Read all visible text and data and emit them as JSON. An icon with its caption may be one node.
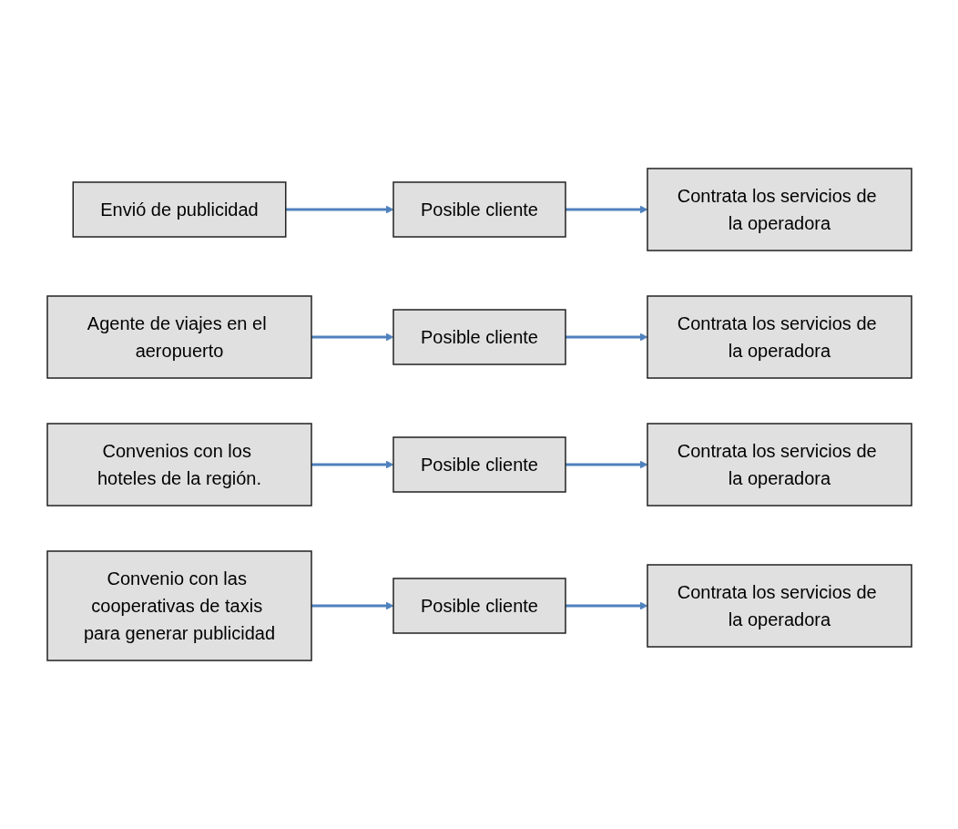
{
  "diagram": {
    "nodes": [
      {
        "text": [
          "Envió de publicidad"
        ]
      },
      {
        "text": [
          "Posible cliente"
        ]
      },
      {
        "text": [
          "Contrata los servicios de la operadora"
        ]
      },
      {
        "text": [
          "Agente de viajes en el aeropuerto"
        ]
      },
      {
        "text": [
          "Posible cliente"
        ]
      },
      {
        "text": [
          "Contrata los servicios de la operadora"
        ]
      },
      {
        "text": [
          "Convenios con los hoteles de la región."
        ]
      },
      {
        "text": [
          "Posible cliente"
        ]
      },
      {
        "text": [
          "Contrata los servicios de la operadora"
        ]
      },
      {
        "text": [
          "Convenio con las cooperativas de taxis para generar publicidad"
        ]
      },
      {
        "text": [
          "Posible cliente"
        ]
      },
      {
        "text": [
          "Contrata los servicios de la operadora"
        ]
      }
    ],
    "edges": [
      {
        "from": 0,
        "to": 1,
        "arrow": "to"
      },
      {
        "from": 1,
        "to": 2,
        "arrow": "to"
      },
      {
        "from": 3,
        "to": 4,
        "arrow": "to"
      },
      {
        "from": 4,
        "to": 5,
        "arrow": "to"
      },
      {
        "from": 6,
        "to": 7,
        "arrow": "to"
      },
      {
        "from": 7,
        "to": 8,
        "arrow": "to"
      },
      {
        "from": 9,
        "to": 10,
        "arrow": "to"
      },
      {
        "from": 10,
        "to": 11,
        "arrow": "to"
      }
    ]
  }
}
